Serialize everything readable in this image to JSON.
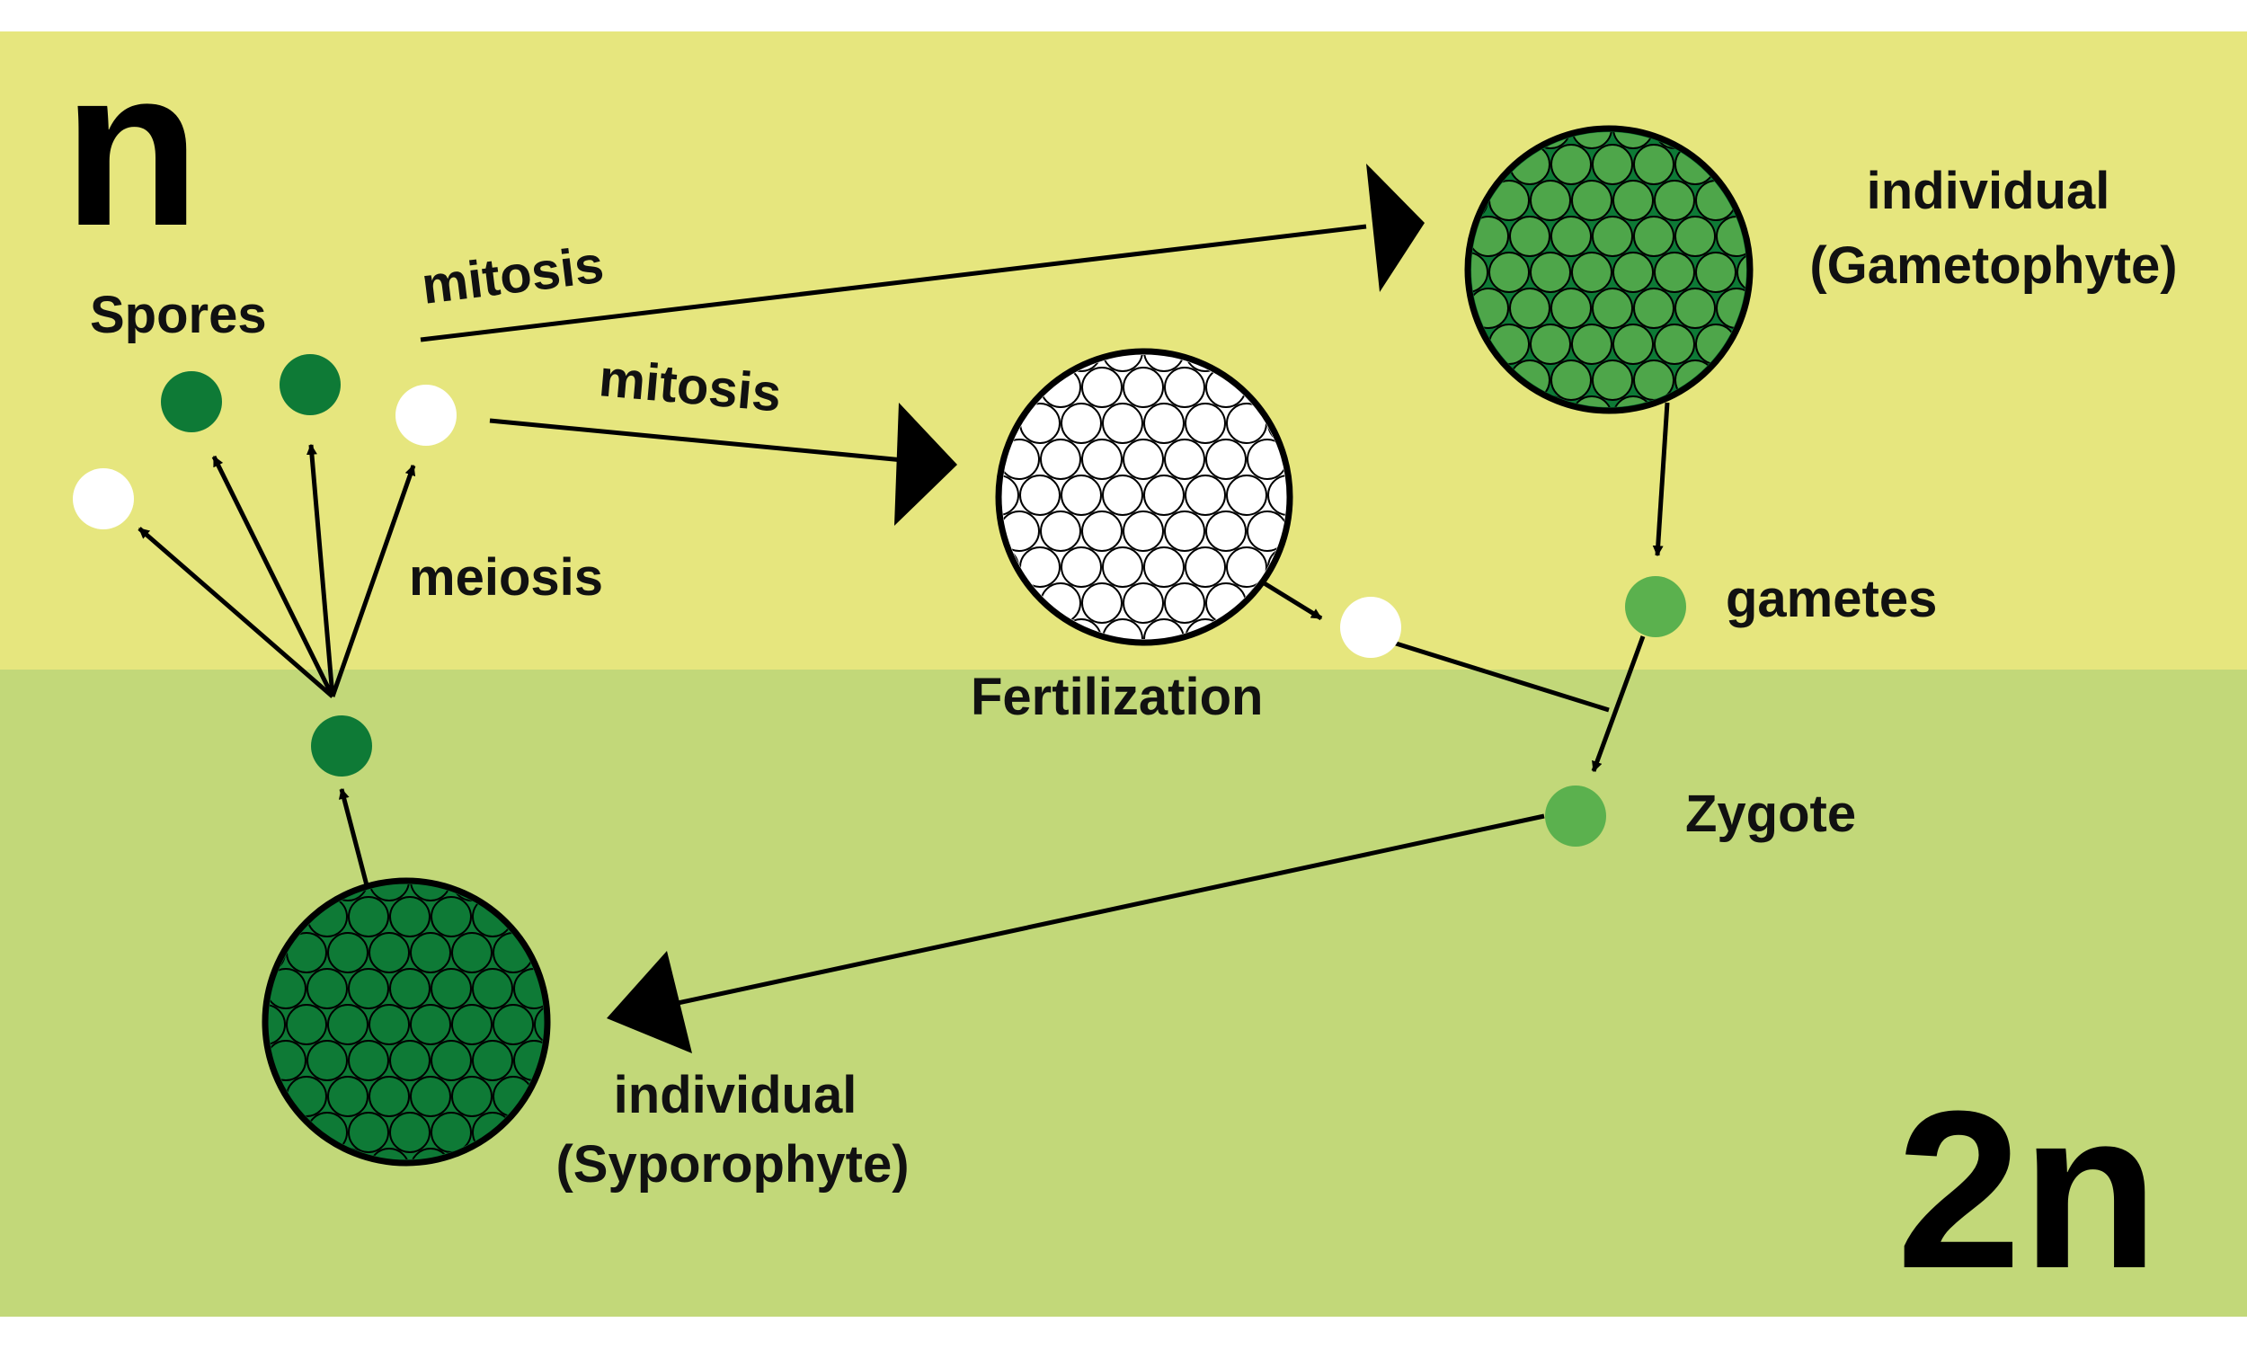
{
  "colors": {
    "haploid_band": "#e6e67e",
    "diploid_band": "#c2d879",
    "dark_green": "#0e7a36",
    "mid_green": "#4ea64a",
    "light_green": "#5bb14e",
    "white": "#ffffff",
    "outline": "#000000"
  },
  "zones": {
    "haploid": "n",
    "diploid": "2n"
  },
  "labels": {
    "spores": "Spores",
    "mitosis_top": "mitosis",
    "mitosis_middle": "mitosis",
    "meiosis": "meiosis",
    "gametophyte_line1": "individual",
    "gametophyte_line2": "(Gametophyte)",
    "gametes": "gametes",
    "fertilization": "Fertilization",
    "zygote": "Zygote",
    "sporophyte_line1": "individual",
    "sporophyte_line2": "(Syporophyte)"
  }
}
